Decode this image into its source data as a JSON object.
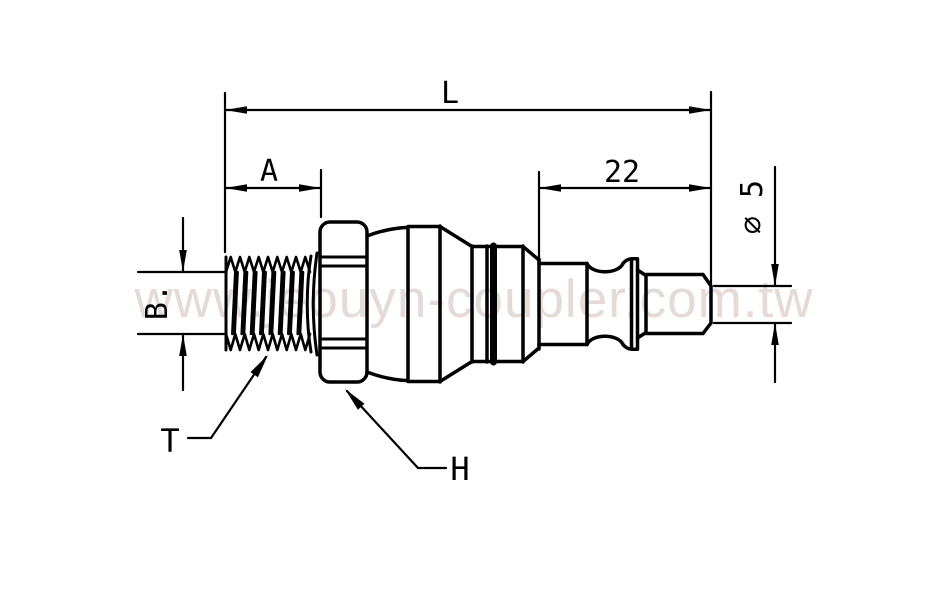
{
  "watermark": "www.jeouyn-coupler.com.tw",
  "colors": {
    "line": "#000000",
    "background": "#ffffff",
    "watermark": "#e4dad6"
  },
  "labels": {
    "overall_length": "L",
    "thread_length": "A",
    "plug_insert_length": "22",
    "thread_minor_dia": "B.",
    "tip_diameter": "∅ 5",
    "thread_leader": "T",
    "hex_leader": "H"
  }
}
